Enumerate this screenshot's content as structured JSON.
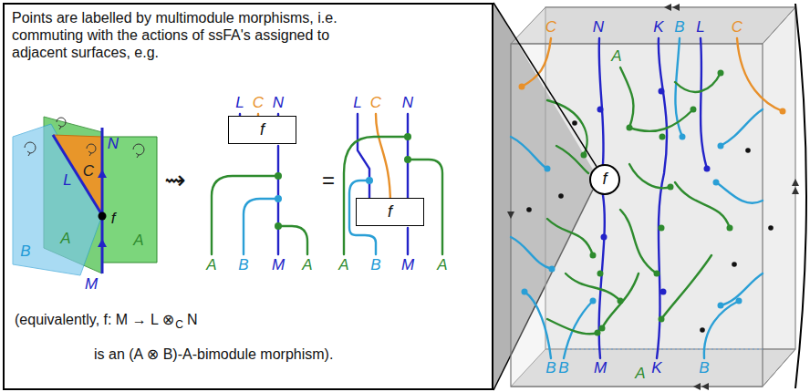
{
  "diagram": {
    "nodes": [
      {
        "text": [
          "Points are labelled by multimodule morphisms, i.e. commuting with the actions of ssFA's assigned to adjacent surfaces, e.g."
        ]
      },
      {
        "text": [
          "f"
        ],
        "in": 0
      },
      {
        "text": [
          "f"
        ],
        "in": 0
      },
      {
        "text": [
          "f"
        ]
      }
    ],
    "edges": [
      {
        "from": 3,
        "to": 0,
        "arrow": "none"
      }
    ],
    "labels": [
      "N",
      "C",
      "L",
      "A",
      "f",
      "A",
      "B",
      "M",
      "⇝",
      "L",
      "C",
      "N",
      "A",
      "B",
      "M",
      "A",
      "=",
      "L",
      "C",
      "N",
      "A",
      "B",
      "M",
      "A",
      "(equivalently, f: M → L ⊗",
      "C",
      "N",
      "is an (A ⊗ B)-A-bimodule morphism).",
      "C",
      "N",
      "A",
      "K",
      "B",
      "L",
      "C",
      "B",
      "B",
      "M",
      "A",
      "K",
      "B"
    ]
  }
}
